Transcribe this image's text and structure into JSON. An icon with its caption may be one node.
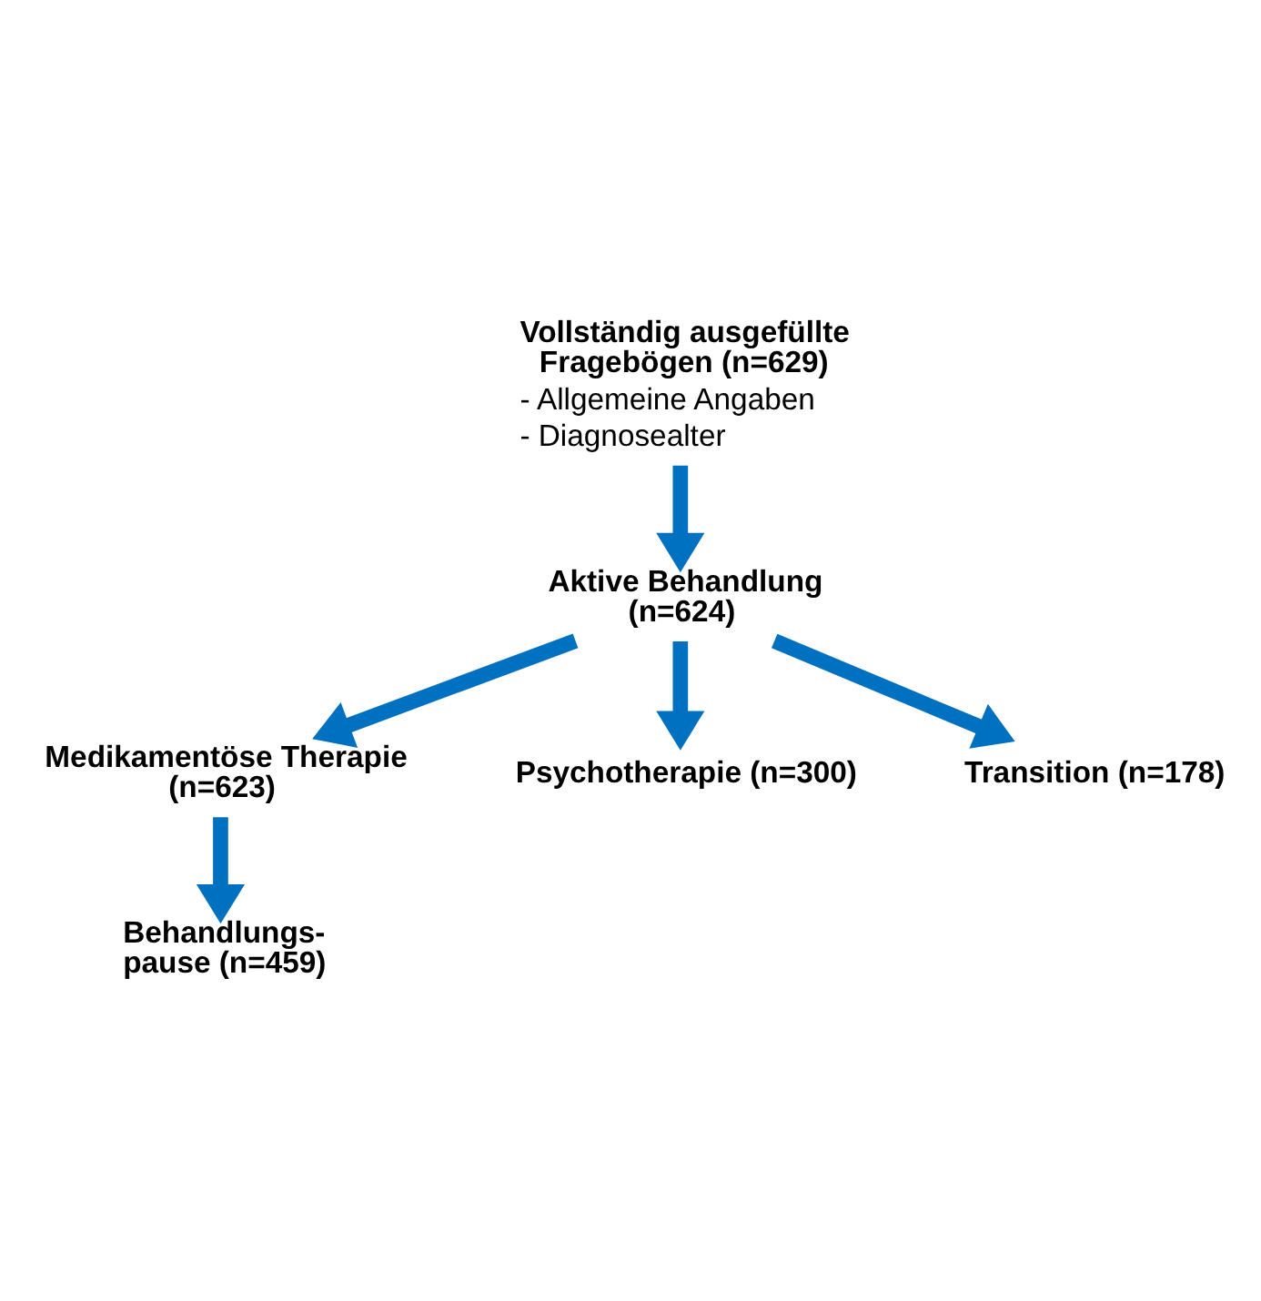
{
  "diagram": {
    "nodes": [
      {
        "text": [
          "Vollständig ausgefüllte Fragebögen (n=629)",
          "- Allgemeine Angaben",
          "- Diagnosealter"
        ]
      },
      {
        "text": [
          "Aktive Behandlung (n=624)"
        ]
      },
      {
        "text": [
          "Medikamentöse Therapie (n=623)"
        ]
      },
      {
        "text": [
          "Psychotherapie (n=300)"
        ]
      },
      {
        "text": [
          "Transition (n=178)"
        ]
      },
      {
        "text": [
          "Behandlungs- pause (n=459)"
        ]
      }
    ],
    "edges": [
      {
        "from": 0,
        "to": 1,
        "arrow": "to"
      },
      {
        "from": 1,
        "to": 2,
        "arrow": "to"
      },
      {
        "from": 1,
        "to": 3,
        "arrow": "to"
      },
      {
        "from": 1,
        "to": 4,
        "arrow": "to"
      },
      {
        "from": 2,
        "to": 5,
        "arrow": "to"
      }
    ]
  }
}
